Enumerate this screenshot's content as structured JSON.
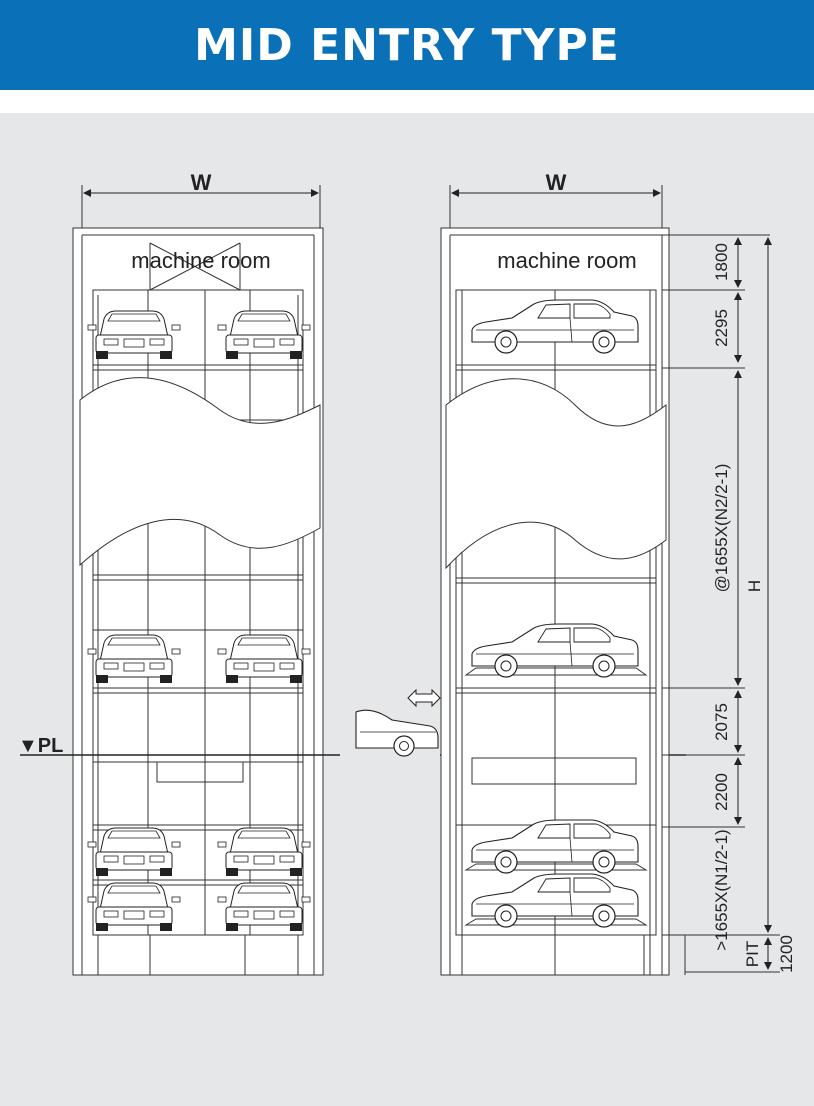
{
  "header": {
    "title": "MID ENTRY TYPE"
  },
  "colors": {
    "banner": "#0a70b7",
    "panel": "#e6e7e9",
    "line": "#333333"
  },
  "left_view": {
    "width_label": "W",
    "machine_room_label": "machine room",
    "ground_label": "▼PL"
  },
  "right_view": {
    "width_label": "W",
    "machine_room_label": "machine room",
    "dimensions": {
      "d1": "1800",
      "d2": "2295",
      "d3": "@1655X(N2/2-1)",
      "d4": "2075",
      "d5": "2200",
      "d6": ">1655X(N1/2-1)",
      "pit": "PIT",
      "pit_value": "1200",
      "total": "H"
    }
  },
  "icons": {
    "entry_arrow": "double-arrow-icon"
  }
}
